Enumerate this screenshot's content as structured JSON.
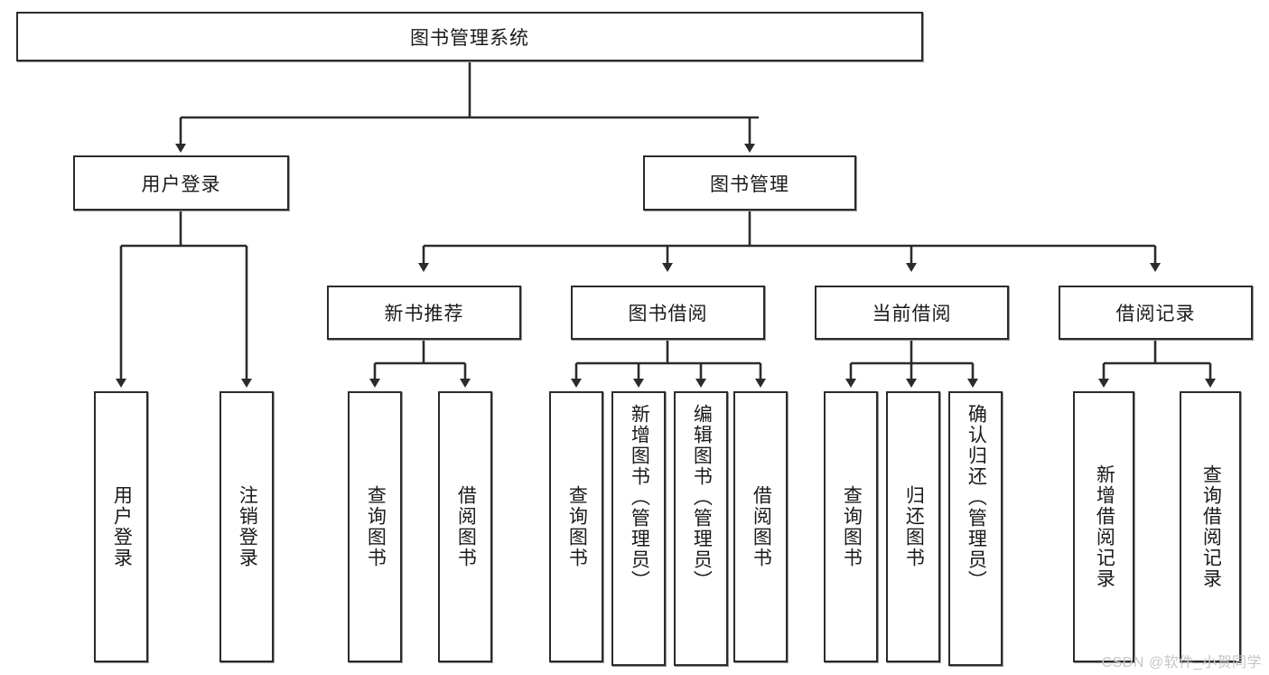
{
  "diagram": {
    "title_text": "图书管理系统",
    "watermark": "CSDN @软件_小贺同学",
    "colors": {
      "stroke": "#2b2b2b",
      "fill": "#ffffff",
      "text": "#1a1a1a",
      "watermark": "#c6c6c6"
    },
    "nodes": {
      "root": {
        "label": "图书管理系统"
      },
      "level1": [
        {
          "id": "user-login",
          "label": "用户登录"
        },
        {
          "id": "book-management",
          "label": "图书管理"
        }
      ],
      "level2": [
        {
          "id": "new-book-recommend",
          "label": "新书推荐"
        },
        {
          "id": "book-borrow",
          "label": "图书借阅"
        },
        {
          "id": "current-borrow",
          "label": "当前借阅"
        },
        {
          "id": "borrow-record",
          "label": "借阅记录"
        }
      ],
      "leaves": {
        "user_login": [
          {
            "id": "leaf-user-login",
            "label": "用户登录"
          },
          {
            "id": "leaf-logout",
            "label": "注销登录"
          }
        ],
        "new_book_recommend": [
          {
            "id": "leaf-query-book-1",
            "label": "查询图书"
          },
          {
            "id": "leaf-borrow-book-1",
            "label": "借阅图书"
          }
        ],
        "book_borrow": [
          {
            "id": "leaf-query-book-2",
            "label": "查询图书"
          },
          {
            "id": "leaf-add-book",
            "label": "新增图书（管理员）"
          },
          {
            "id": "leaf-edit-book",
            "label": "编辑图书（管理员）"
          },
          {
            "id": "leaf-borrow-book-2",
            "label": "借阅图书"
          }
        ],
        "current_borrow": [
          {
            "id": "leaf-query-book-3",
            "label": "查询图书"
          },
          {
            "id": "leaf-return-book",
            "label": "归还图书"
          },
          {
            "id": "leaf-confirm-return",
            "label": "确认归还（管理员）"
          }
        ],
        "borrow_record": [
          {
            "id": "leaf-add-record",
            "label": "新增借阅记录"
          },
          {
            "id": "leaf-query-record",
            "label": "查询借阅记录"
          }
        ]
      }
    }
  }
}
